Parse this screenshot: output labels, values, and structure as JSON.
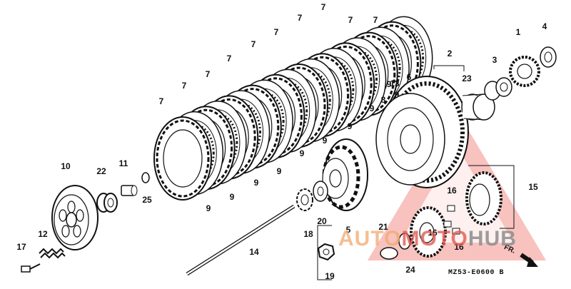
{
  "diagram": {
    "code": "MZ53-E0600 B",
    "direction_label": "FR.",
    "callouts": [
      {
        "id": "c7a",
        "text": "7"
      },
      {
        "id": "c7b",
        "text": "7"
      },
      {
        "id": "c7c",
        "text": "7"
      },
      {
        "id": "c7d",
        "text": "7"
      },
      {
        "id": "c7e",
        "text": "7"
      },
      {
        "id": "c7f",
        "text": "7"
      },
      {
        "id": "c7g",
        "text": "7"
      },
      {
        "id": "c7h",
        "text": "7"
      },
      {
        "id": "c7i",
        "text": "7"
      },
      {
        "id": "c7j",
        "text": "7"
      },
      {
        "id": "c1",
        "text": "1"
      },
      {
        "id": "c4",
        "text": "4"
      },
      {
        "id": "c2",
        "text": "2"
      },
      {
        "id": "c3",
        "text": "3"
      },
      {
        "id": "c23",
        "text": "23"
      },
      {
        "id": "c6",
        "text": "6"
      },
      {
        "id": "c13",
        "text": "13"
      },
      {
        "id": "c8",
        "text": "8"
      },
      {
        "id": "c9a",
        "text": "9"
      },
      {
        "id": "c9b",
        "text": "9"
      },
      {
        "id": "c9c",
        "text": "9"
      },
      {
        "id": "c9d",
        "text": "9"
      },
      {
        "id": "c9e",
        "text": "9"
      },
      {
        "id": "c9f",
        "text": "9"
      },
      {
        "id": "c9g",
        "text": "9"
      },
      {
        "id": "c9h",
        "text": "9"
      },
      {
        "id": "c9i",
        "text": "9"
      },
      {
        "id": "c9j",
        "text": "9"
      },
      {
        "id": "c10",
        "text": "10"
      },
      {
        "id": "c22",
        "text": "22"
      },
      {
        "id": "c11",
        "text": "11"
      },
      {
        "id": "c25",
        "text": "25"
      },
      {
        "id": "c12",
        "text": "12"
      },
      {
        "id": "c17",
        "text": "17"
      },
      {
        "id": "c14",
        "text": "14"
      },
      {
        "id": "c18",
        "text": "18"
      },
      {
        "id": "c20",
        "text": "20"
      },
      {
        "id": "c5",
        "text": "5"
      },
      {
        "id": "c19",
        "text": "19"
      },
      {
        "id": "c21",
        "text": "21"
      },
      {
        "id": "c24",
        "text": "24"
      },
      {
        "id": "c16a",
        "text": "16"
      },
      {
        "id": "c16b",
        "text": "16"
      },
      {
        "id": "c16c",
        "text": "16"
      },
      {
        "id": "c15",
        "text": "15"
      }
    ]
  },
  "watermark": {
    "part1": "AUTO",
    "part2": "MOTO",
    "part3": "HUB"
  },
  "colors": {
    "ink": "#111111",
    "watermark_red": "#e0413a",
    "watermark_orange": "#f2a86e",
    "watermark_gray": "#8c8c8c"
  },
  "icons": {
    "arrow": "direction-arrow-icon",
    "warning": "warning-triangle-icon"
  }
}
